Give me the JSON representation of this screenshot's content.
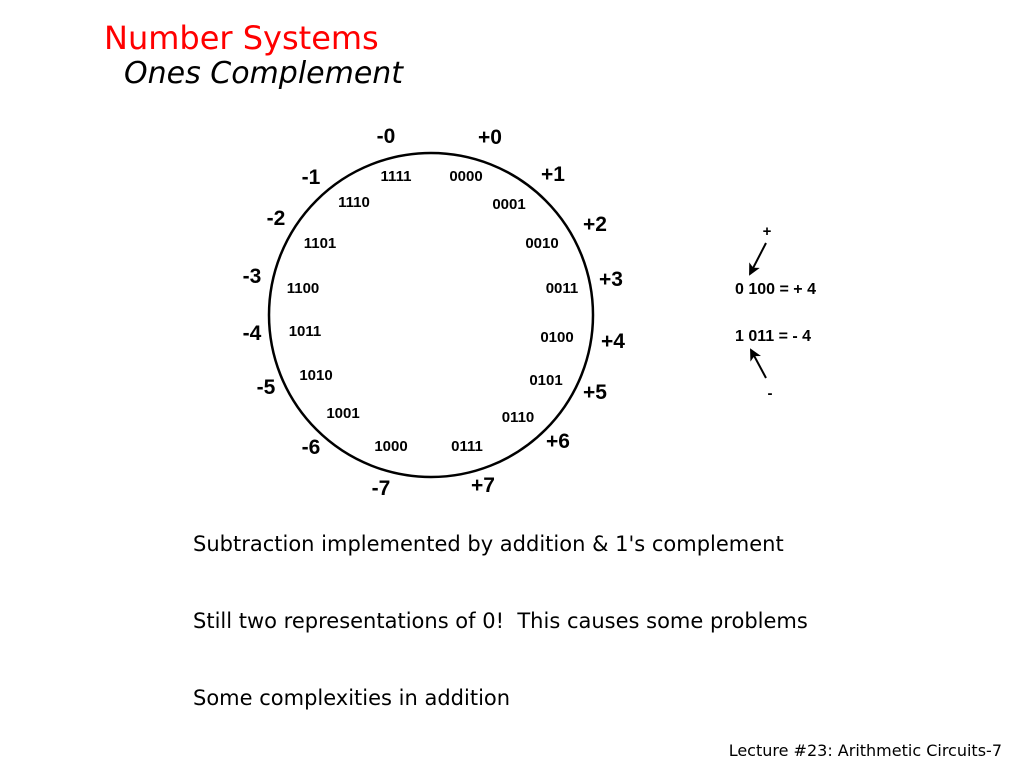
{
  "slide": {
    "title": "Number Systems",
    "subtitle": "Ones Complement",
    "footer": "Lecture #23: Arithmetic Circuits-7"
  },
  "colors": {
    "title": "#ff0000",
    "text": "#000000",
    "background": "#ffffff"
  },
  "wheel": {
    "positions": [
      {
        "value": "+0",
        "code": "0000"
      },
      {
        "value": "+1",
        "code": "0001"
      },
      {
        "value": "+2",
        "code": "0010"
      },
      {
        "value": "+3",
        "code": "0011"
      },
      {
        "value": "+4",
        "code": "0100"
      },
      {
        "value": "+5",
        "code": "0101"
      },
      {
        "value": "+6",
        "code": "0110"
      },
      {
        "value": "+7",
        "code": "0111"
      },
      {
        "value": "-7",
        "code": "1000"
      },
      {
        "value": "-6",
        "code": "1001"
      },
      {
        "value": "-5",
        "code": "1010"
      },
      {
        "value": "-4",
        "code": "1011"
      },
      {
        "value": "-3",
        "code": "1100"
      },
      {
        "value": "-2",
        "code": "1101"
      },
      {
        "value": "-1",
        "code": "1110"
      },
      {
        "value": "-0",
        "code": "1111"
      }
    ]
  },
  "sign_example": {
    "plus_sign": "+",
    "minus_sign": "-",
    "positive": "0 100 = + 4",
    "negative": "1 011 = - 4"
  },
  "bullets": [
    "Subtraction implemented by addition & 1's complement",
    "Still two representations of 0!  This causes some problems",
    "Some complexities in addition"
  ]
}
